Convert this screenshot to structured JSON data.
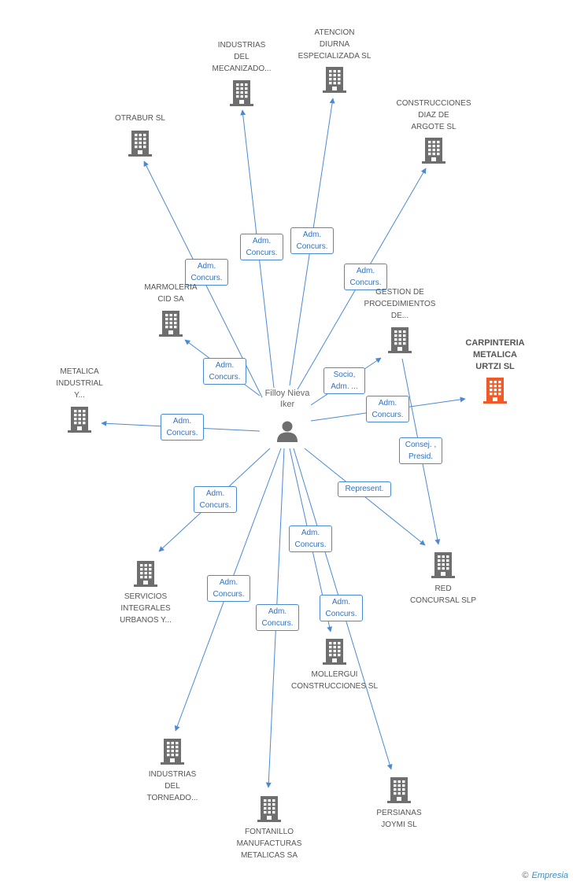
{
  "center": {
    "name": "Filloy Nieva\nIker",
    "icon": "person-icon"
  },
  "nodes": [
    {
      "id": "otrabur",
      "label": "OTRABUR SL",
      "highlight": false
    },
    {
      "id": "industrias-mec",
      "label": "INDUSTRIAS\nDEL\nMECANIZADO...",
      "highlight": false
    },
    {
      "id": "atencion",
      "label": "ATENCION\nDIURNA\nESPECIALIZADA SL",
      "highlight": false
    },
    {
      "id": "construcciones",
      "label": "CONSTRUCCIONES\nDIAZ DE\nARGOTE SL",
      "highlight": false
    },
    {
      "id": "marmoleria",
      "label": "MARMOLERIA\nCID SA",
      "highlight": false
    },
    {
      "id": "gestion",
      "label": "GESTION DE\nPROCEDIMIENTOS\nDE...",
      "highlight": false
    },
    {
      "id": "carpinteria",
      "label": "CARPINTERIA\nMETALICA\nURTZI SL",
      "highlight": true
    },
    {
      "id": "metalica",
      "label": "METALICA\nINDUSTRIAL\nY...",
      "highlight": false
    },
    {
      "id": "red",
      "label": "RED\nCONCURSAL SLP",
      "highlight": false
    },
    {
      "id": "servicios",
      "label": "SERVICIOS\nINTEGRALES\nURBANOS Y...",
      "highlight": false
    },
    {
      "id": "mollergui",
      "label": "MOLLERGUI\nCONSTRUCCIONES SL",
      "highlight": false
    },
    {
      "id": "industrias-tor",
      "label": "INDUSTRIAS\nDEL\nTORNEADO...",
      "highlight": false
    },
    {
      "id": "fontanillo",
      "label": "FONTANILLO\nMANUFACTURAS\nMETALICAS SA",
      "highlight": false
    },
    {
      "id": "persianas",
      "label": "PERSIANAS\nJOYMI SL",
      "highlight": false
    }
  ],
  "edges": [
    {
      "to": "otrabur",
      "label": "Adm.\nConcurs."
    },
    {
      "to": "industrias-mec",
      "label": "Adm.\nConcurs."
    },
    {
      "to": "atencion",
      "label": "Adm.\nConcurs."
    },
    {
      "to": "construcciones",
      "label": "Adm.\nConcurs."
    },
    {
      "to": "marmoleria",
      "label": "Adm.\nConcurs."
    },
    {
      "to": "gestion",
      "label": "Socio,\nAdm. ..."
    },
    {
      "to": "carpinteria",
      "label": "Adm.\nConcurs."
    },
    {
      "to": "metalica",
      "label": "Adm.\nConcurs."
    },
    {
      "from": "gestion",
      "to": "red",
      "label": "Consej. ,\nPresid."
    },
    {
      "to": "red",
      "label": "Represent."
    },
    {
      "to": "servicios",
      "label": "Adm.\nConcurs."
    },
    {
      "to": "mollergui",
      "label": "Adm.\nConcurs."
    },
    {
      "to": "industrias-tor",
      "label": "Adm.\nConcurs."
    },
    {
      "to": "fontanillo",
      "label": "Adm.\nConcurs."
    },
    {
      "to": "persianas",
      "label": "Adm.\nConcurs."
    }
  ],
  "colors": {
    "edge": "#4a8ad4",
    "building": "#6e6e6e",
    "building_highlight": "#f05a28",
    "person": "#6e6e6e"
  },
  "brand": {
    "copyright": "©",
    "name": "Empresia"
  }
}
